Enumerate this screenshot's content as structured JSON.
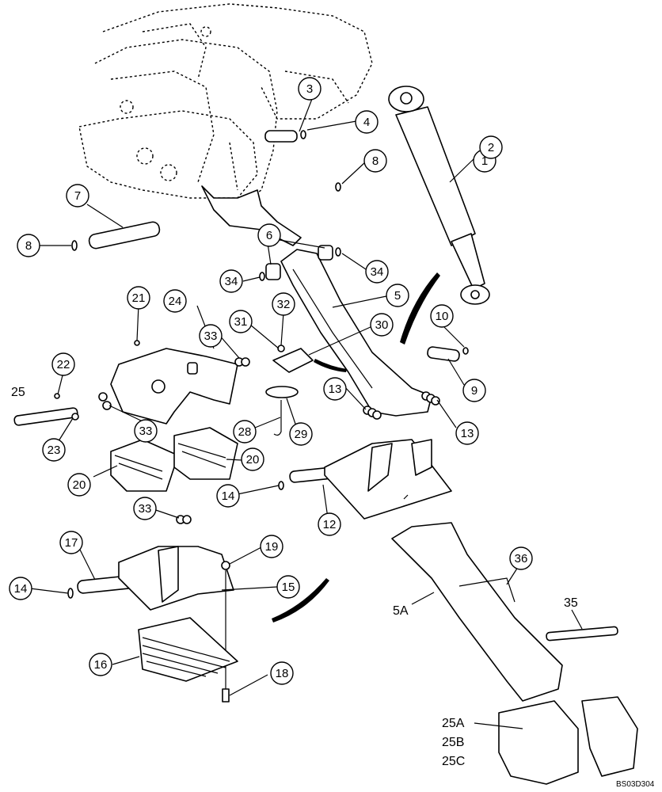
{
  "callouts": [
    {
      "id": "c1",
      "label": "1"
    },
    {
      "id": "c2",
      "label": "2"
    },
    {
      "id": "c3",
      "label": "3"
    },
    {
      "id": "c4",
      "label": "4"
    },
    {
      "id": "c5",
      "label": "5"
    },
    {
      "id": "c6",
      "label": "6"
    },
    {
      "id": "c7",
      "label": "7"
    },
    {
      "id": "c8a",
      "label": "8"
    },
    {
      "id": "c8b",
      "label": "8"
    },
    {
      "id": "c9",
      "label": "9"
    },
    {
      "id": "c10",
      "label": "10"
    },
    {
      "id": "c12",
      "label": "12"
    },
    {
      "id": "c13a",
      "label": "13"
    },
    {
      "id": "c13b",
      "label": "13"
    },
    {
      "id": "c14a",
      "label": "14"
    },
    {
      "id": "c14b",
      "label": "14"
    },
    {
      "id": "c15",
      "label": "15"
    },
    {
      "id": "c16",
      "label": "16"
    },
    {
      "id": "c17",
      "label": "17"
    },
    {
      "id": "c18",
      "label": "18"
    },
    {
      "id": "c19",
      "label": "19"
    },
    {
      "id": "c20a",
      "label": "20"
    },
    {
      "id": "c20b",
      "label": "20"
    },
    {
      "id": "c21",
      "label": "21"
    },
    {
      "id": "c22",
      "label": "22"
    },
    {
      "id": "c23",
      "label": "23"
    },
    {
      "id": "c24",
      "label": "24"
    },
    {
      "id": "c28",
      "label": "28"
    },
    {
      "id": "c29",
      "label": "29"
    },
    {
      "id": "c30",
      "label": "30"
    },
    {
      "id": "c31",
      "label": "31"
    },
    {
      "id": "c32",
      "label": "32"
    },
    {
      "id": "c33a",
      "label": "33"
    },
    {
      "id": "c33b",
      "label": "33"
    },
    {
      "id": "c33c",
      "label": "33"
    },
    {
      "id": "c34a",
      "label": "34"
    },
    {
      "id": "c34b",
      "label": "34"
    },
    {
      "id": "c36",
      "label": "36"
    }
  ],
  "plain_labels": {
    "l25": "25",
    "l5a": "5A",
    "l35": "35",
    "l25a": "25A",
    "l25b": "25B",
    "l25c": "25C"
  },
  "reference_code": "BS03D304"
}
